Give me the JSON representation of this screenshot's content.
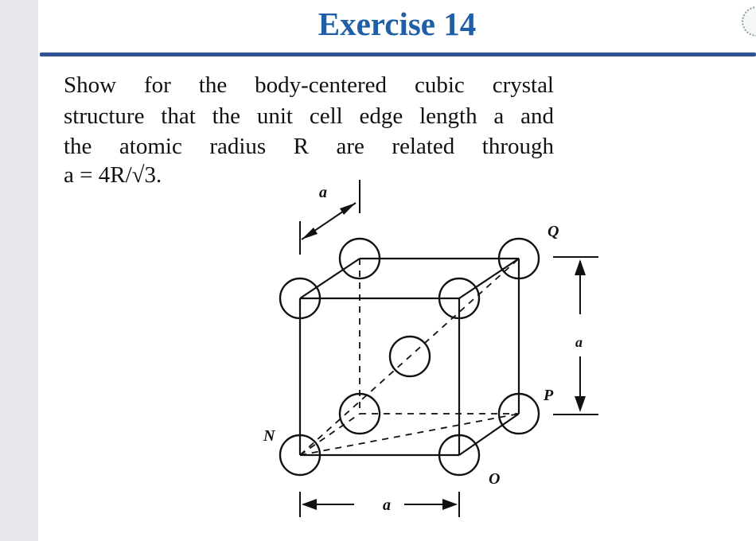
{
  "slide": {
    "title": "Exercise 14",
    "body_lines": [
      "Show for the body-centered cubic crystal",
      "structure that the unit cell edge length a and",
      "the atomic radius R are related through"
    ],
    "formula": "a = 4R/√3."
  },
  "figure": {
    "labels": {
      "edge_top": "a",
      "edge_right": "a",
      "edge_bottom": "a",
      "Q": "Q",
      "P": "P",
      "N": "N",
      "O": "O"
    }
  }
}
